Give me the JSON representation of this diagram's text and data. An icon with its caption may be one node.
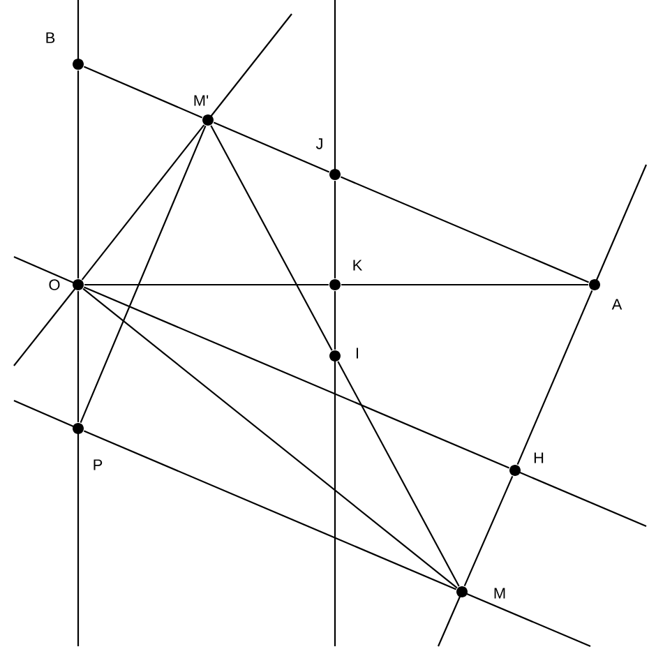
{
  "diagram": {
    "nodes": [
      {
        "text": [
          "B"
        ]
      },
      {
        "text": [
          "M'"
        ]
      },
      {
        "text": [
          "J"
        ]
      },
      {
        "text": [
          "O"
        ]
      },
      {
        "text": [
          "K"
        ]
      },
      {
        "text": [
          "A"
        ]
      },
      {
        "text": [
          "I"
        ]
      },
      {
        "text": [
          "H"
        ]
      },
      {
        "text": [
          "P"
        ]
      },
      {
        "text": [
          "M"
        ]
      }
    ],
    "edges": [
      {
        "from": 0,
        "to": 1,
        "arrow": "none"
      },
      {
        "from": 1,
        "to": 2,
        "arrow": "none"
      },
      {
        "from": 2,
        "to": 5,
        "arrow": "none"
      },
      {
        "from": 0,
        "to": 3,
        "arrow": "none"
      },
      {
        "from": 3,
        "to": 8,
        "arrow": "none"
      },
      {
        "from": 2,
        "to": 4,
        "arrow": "none"
      },
      {
        "from": 4,
        "to": 6,
        "arrow": "none"
      },
      {
        "from": 3,
        "to": 4,
        "arrow": "none"
      },
      {
        "from": 4,
        "to": 5,
        "arrow": "none"
      },
      {
        "from": 5,
        "to": 7,
        "arrow": "none"
      },
      {
        "from": 7,
        "to": 9,
        "arrow": "none"
      },
      {
        "from": 3,
        "to": 7,
        "arrow": "none"
      },
      {
        "from": 8,
        "to": 9,
        "arrow": "none"
      },
      {
        "from": 3,
        "to": 1,
        "arrow": "none"
      },
      {
        "from": 1,
        "to": 6,
        "arrow": "none"
      },
      {
        "from": 6,
        "to": 9,
        "arrow": "none"
      },
      {
        "from": 1,
        "to": 8,
        "arrow": "none"
      },
      {
        "from": 3,
        "to": 9,
        "arrow": "none"
      }
    ]
  }
}
